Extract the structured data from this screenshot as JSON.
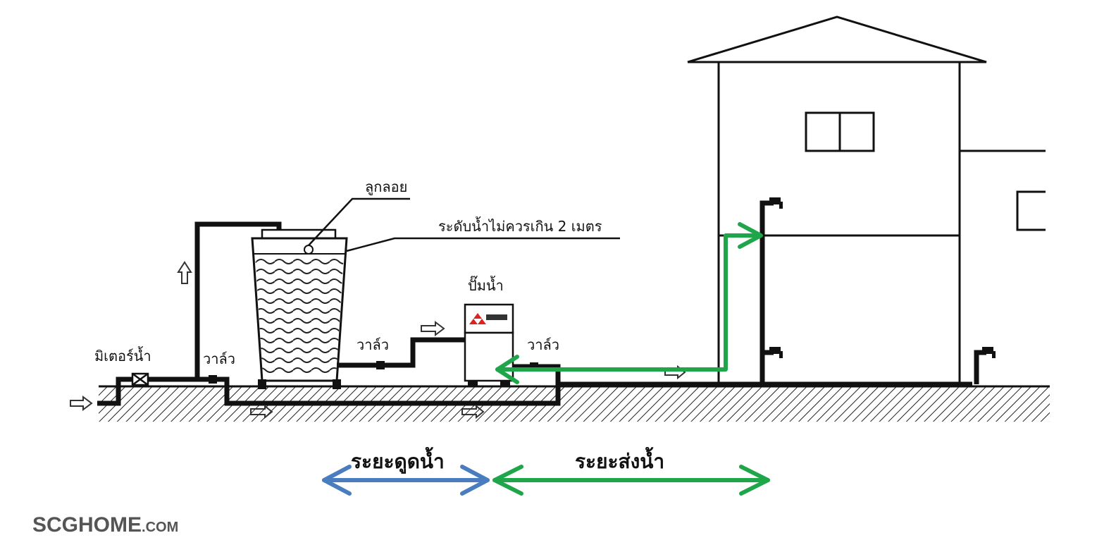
{
  "labels": {
    "float": "ลูกลอย",
    "water_level": "ระดับน้ำไม่ควรเกิน 2 เมตร",
    "pump": "ปั๊มน้ำ",
    "meter": "มิเตอร์น้ำ",
    "valve_1": "วาล์ว",
    "valve_2": "วาล์ว",
    "valve_3": "วาล์ว",
    "suction_distance": "ระยะดูดน้ำ",
    "delivery_distance": "ระยะส่งน้ำ"
  },
  "logo": {
    "main": "SCGHOME",
    "suffix": ".COM"
  },
  "colors": {
    "suction_arrow": "#4a7cc0",
    "delivery_arrow": "#1fa64a",
    "line": "#111111",
    "logo": "#555555"
  }
}
